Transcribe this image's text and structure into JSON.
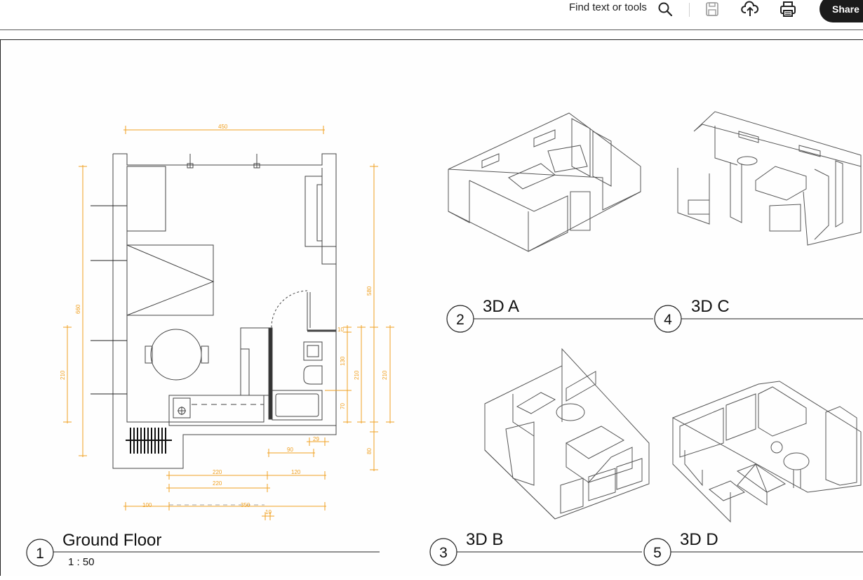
{
  "toolbar": {
    "find_label": "Find text or tools",
    "share_label": "Share",
    "icons": [
      "search-icon",
      "save-icon",
      "cloud-upload-icon",
      "print-icon"
    ]
  },
  "sheet": {
    "views": [
      {
        "number": "1",
        "title": "Ground Floor",
        "scale": "1 : 50"
      },
      {
        "number": "2",
        "title": "3D A"
      },
      {
        "number": "3",
        "title": "3D B"
      },
      {
        "number": "4",
        "title": "3D C"
      },
      {
        "number": "5",
        "title": "3D D"
      }
    ],
    "dimensions": {
      "top_width": "450",
      "left_height": "660",
      "left_lower": "210",
      "right_height": "580",
      "right_a": "10",
      "right_b": "130",
      "right_c": "70",
      "right_d": "210",
      "right_e": "210",
      "right_f": "80",
      "bottom_a": "29",
      "bottom_b": "90",
      "bottom_c": "220",
      "bottom_d": "120",
      "bottom_e": "220",
      "bottom_f": "100",
      "bottom_g": "350",
      "bottom_h": "10"
    },
    "colors": {
      "dimension": "#f0a020",
      "line": "#333333"
    }
  }
}
